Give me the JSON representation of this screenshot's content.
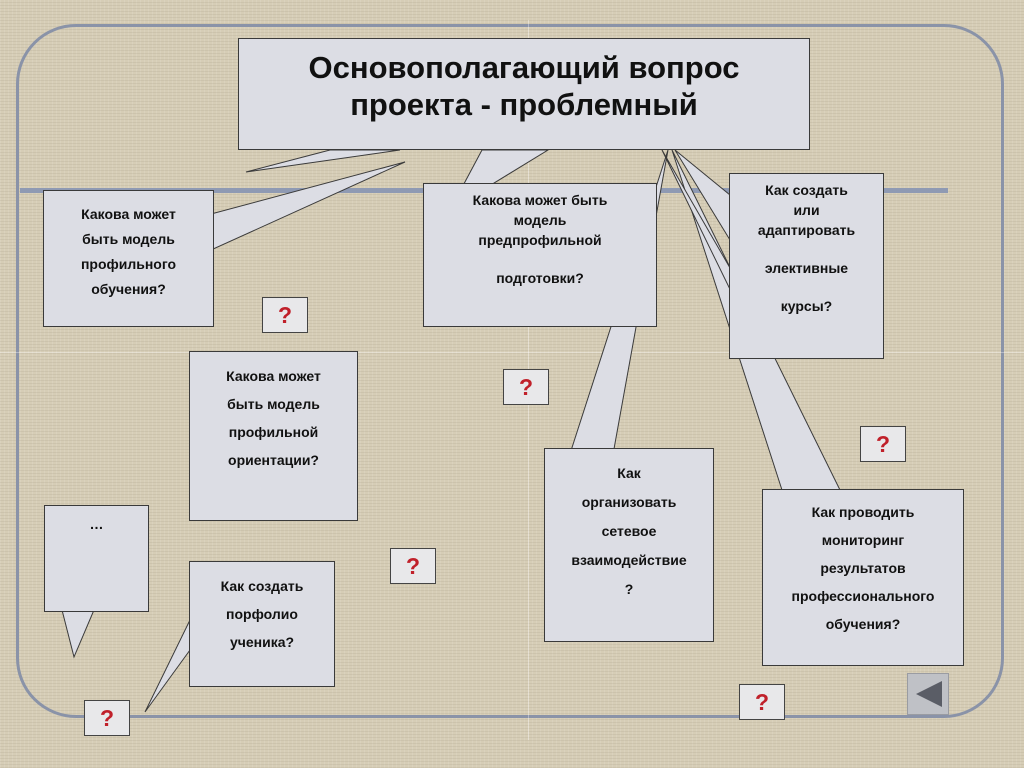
{
  "main": {
    "line1": "Основополагающий  вопрос",
    "line2": "проекта - проблемный"
  },
  "boxes": {
    "profile_training": [
      "Какова может",
      "быть модель",
      "профильного",
      "обучения?"
    ],
    "preprofile": [
      "Какова может быть",
      "модель",
      "предпрофильной",
      "подготовки?"
    ],
    "electives": [
      "Как создать",
      "или",
      "адаптировать",
      "элективные",
      "курсы?"
    ],
    "orientation": [
      "Какова может",
      "быть модель",
      "профильной",
      "ориентации?"
    ],
    "network": [
      "Как",
      "организовать",
      "сетевое",
      "взаимодействие",
      "?"
    ],
    "monitoring": [
      "Как проводить",
      "мониторинг",
      "результатов",
      "профессионального",
      "обучения?"
    ],
    "portfolio": [
      "Как создать",
      "порфолио",
      "ученика?"
    ],
    "ellipsis": "…"
  },
  "qmark": "?",
  "colors": {
    "box_fill": "#dcdde4",
    "question_mark": "#c0202a",
    "frame": "#8a93a8",
    "divider": "#8f9ab3"
  },
  "nav": {
    "icon": "back-arrow-icon"
  }
}
